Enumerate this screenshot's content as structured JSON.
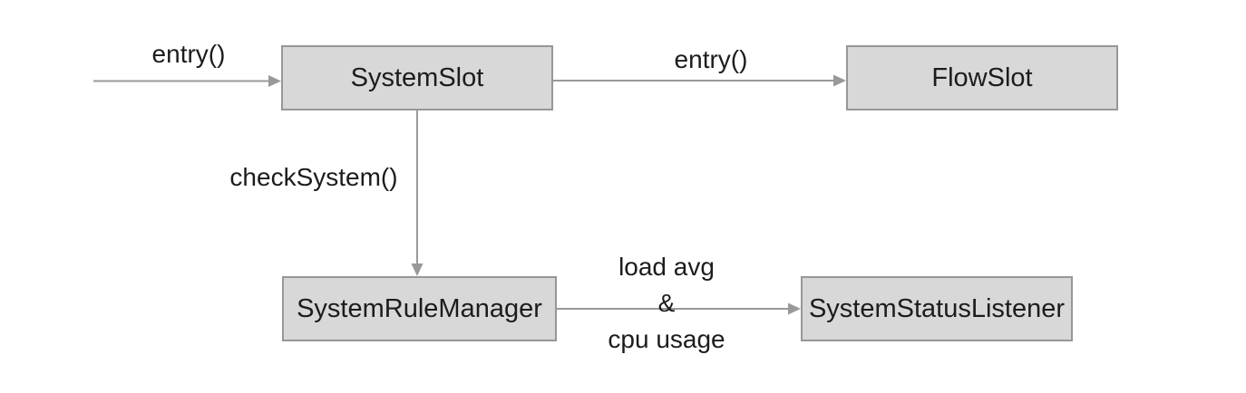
{
  "diagram": {
    "colors": {
      "background": "#ffffff",
      "node_fill": "#d8d8d8",
      "node_border": "#979797",
      "arrow": "#999999",
      "text": "#1c1c1c"
    },
    "nodes": [
      {
        "id": "system-slot",
        "label": "SystemSlot"
      },
      {
        "id": "flow-slot",
        "label": "FlowSlot"
      },
      {
        "id": "system-rule-manager",
        "label": "SystemRuleManager"
      },
      {
        "id": "system-status-listener",
        "label": "SystemStatusListener"
      }
    ],
    "edges": [
      {
        "from": "(entry point)",
        "to": "SystemSlot",
        "label": "entry()"
      },
      {
        "from": "SystemSlot",
        "to": "FlowSlot",
        "label": "entry()"
      },
      {
        "from": "SystemSlot",
        "to": "SystemRuleManager",
        "label": "checkSystem()"
      },
      {
        "from": "SystemRuleManager",
        "to": "SystemStatusListener",
        "label_lines": [
          "load avg",
          "&",
          "cpu usage"
        ]
      }
    ]
  }
}
